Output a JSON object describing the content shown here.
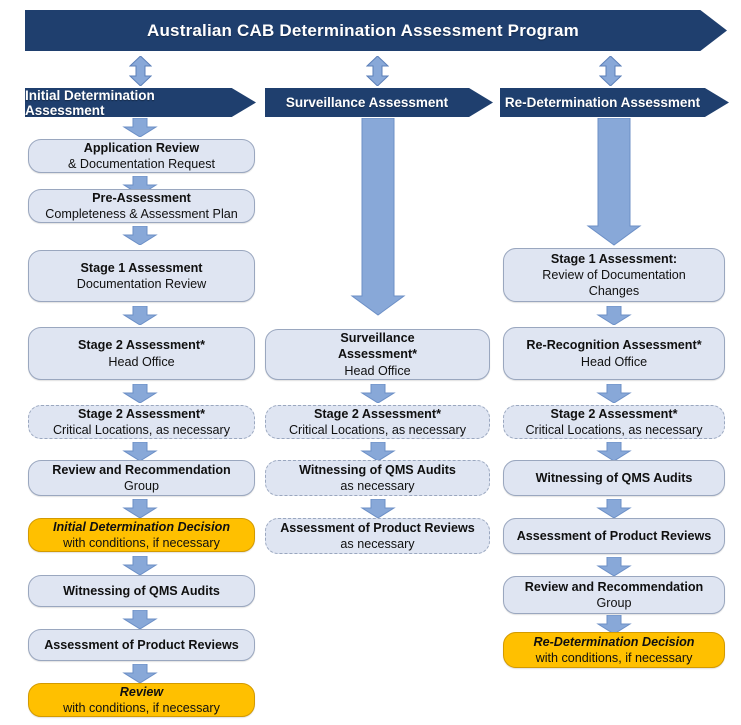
{
  "banner": {
    "title": "Australian CAB Determination Assessment Program"
  },
  "columns": [
    {
      "header": "Initial Determination Assessment"
    },
    {
      "header": "Surveillance Assessment"
    },
    {
      "header": "Re-Determination Assessment"
    }
  ],
  "colors": {
    "navy": "#1F3F6E",
    "box_fill": "#DFE5F2",
    "box_border": "#9AA7BF",
    "decision_fill": "#FFC000",
    "arrow_fill": "#88A8D8",
    "arrow_border": "#5B7FB8"
  },
  "left_column": [
    {
      "l1": "Application Review",
      "l2": "& Documentation Request",
      "l3": "",
      "style": "solid"
    },
    {
      "l1": "Pre-Assessment",
      "l2": "Completeness & Assessment Plan",
      "l3": "",
      "style": "solid"
    },
    {
      "l1": "Stage 1 Assessment",
      "l2": "Documentation Review",
      "l3": "",
      "style": "solid"
    },
    {
      "l1": "Stage 2 Assessment*",
      "l2": "Head Office",
      "l3": "",
      "style": "solid"
    },
    {
      "l1": "Stage 2  Assessment*",
      "l2": "Critical Locations, as necessary",
      "l3": "",
      "style": "dashed"
    },
    {
      "l1": "Review and Recommendation",
      "l2": "Group",
      "l3": "",
      "style": "solid"
    },
    {
      "l1": "Initial Determination Decision",
      "l2": "with conditions, if necessary",
      "l3": "",
      "style": "orange"
    },
    {
      "l1": "Witnessing of QMS Audits",
      "l2": "",
      "l3": "",
      "style": "solid"
    },
    {
      "l1": "Assessment of Product Reviews",
      "l2": "",
      "l3": "",
      "style": "solid"
    },
    {
      "l1": "Review",
      "l2": "with conditions, if necessary",
      "l3": "",
      "style": "orange"
    }
  ],
  "middle_column": [
    {
      "l1": "Surveillance",
      "l2": "Assessment*",
      "l3": "Head Office",
      "style": "solid"
    },
    {
      "l1": "Stage 2 Assessment*",
      "l2": "Critical Locations, as necessary",
      "l3": "",
      "style": "dashed"
    },
    {
      "l1": "Witnessing of QMS Audits",
      "l2": "as necessary",
      "l3": "",
      "style": "dashed"
    },
    {
      "l1": "Assessment of Product Reviews",
      "l2": "as necessary",
      "l3": "",
      "style": "dashed"
    }
  ],
  "right_column": [
    {
      "l1": "Stage 1 Assessment:",
      "l2": "Review of Documentation",
      "l3": "Changes",
      "style": "solid"
    },
    {
      "l1": "Re-Recognition Assessment*",
      "l2": "Head Office",
      "l3": "",
      "style": "solid"
    },
    {
      "l1": "Stage 2  Assessment*",
      "l2": "Critical Locations, as necessary",
      "l3": "",
      "style": "dashed"
    },
    {
      "l1": "Witnessing of QMS Audits",
      "l2": "",
      "l3": "",
      "style": "solid"
    },
    {
      "l1": "Assessment of Product Reviews",
      "l2": "",
      "l3": "",
      "style": "solid"
    },
    {
      "l1": "Review and Recommendation",
      "l2": "Group",
      "l3": "",
      "style": "solid"
    },
    {
      "l1": "Re-Determination Decision",
      "l2": "with conditions, if necessary",
      "l3": "",
      "style": "orange"
    }
  ],
  "icons": {
    "double_arrow": "double-headed-vertical-arrow",
    "down_arrow": "down-arrow",
    "long_down_arrow": "long-down-arrow"
  }
}
